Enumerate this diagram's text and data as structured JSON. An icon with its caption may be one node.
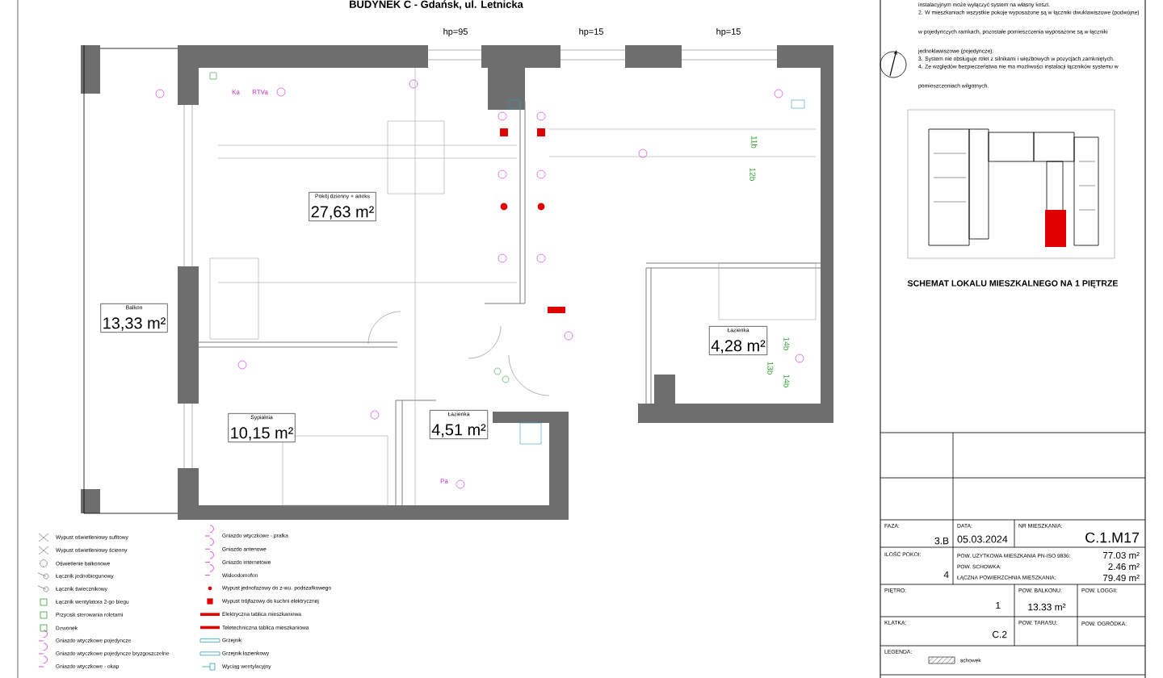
{
  "diagram": {
    "title": "BUDYNEK C - Gdańsk, ul. Letnicka",
    "nodes": [
      {
        "text": [
          "Pokój dzienny + aneks",
          "27,63 m²"
        ]
      },
      {
        "text": [
          "Balkon",
          "13,33 m²"
        ]
      },
      {
        "text": [
          "Sypialnia",
          "10,15 m²"
        ]
      },
      {
        "text": [
          "Łazienka",
          "4,51 m²"
        ]
      },
      {
        "text": [
          "Łazienka",
          "4,28 m²"
        ]
      }
    ],
    "labels": [
      "hp=95",
      "hp=15",
      "hp=15",
      "instalacyjnym może wyłączyć system na własny koszt.",
      "2. W mieszkaniach wszystkie pokoje wyposażone są w łączniki dwuklawiszowe (podwójne) w pojedynczych ramkach, pozostałe pomieszczenia wyposażone są w łączniki jednoklawiszowe (pojedyncze).",
      "3. System nie obsługuje rolet z silnikami i więźbowych w pozycjach zamkniętych.",
      "4. Ze względów bezpieczeństwa nie ma możliwości instalacji łączników systemu w pomieszczeniach wilgotnych.",
      "Ka",
      "RTVa",
      "11b",
      "12b",
      "14b",
      "13b",
      "14b",
      "Pa",
      "SCHEMAT LOKALU MIESZKALNEGO NA 1 PIĘTRZE",
      "FAZA:",
      "3.B",
      "DATA:",
      "05.03.2024",
      "NR MIESZKANIA:",
      "C.1.M17",
      "ILOŚĆ POKOI:",
      "4",
      "POW. UŻYTKOWA MIESZKANIA PN-ISO 9836:",
      "77.03 m²",
      "POW. SCHOWKA:",
      "2.46 m²",
      "ŁĄCZNA POWIERZCHNIA MIESZKANIA:",
      "79.49 m²",
      "PIĘTRO:",
      "1",
      "POW. BALKONU:",
      "13.33 m²",
      "POW. LOGGII:",
      "KLATKA:",
      "C.2",
      "POW. TARASU:",
      "POW. OGRÓDKA:",
      "LEGENDA:"
    ],
    "legend": [
      {
        "text": "Wypust oświetleniowy sufitowy"
      },
      {
        "text": "Wypust oświetleniowy ścienny"
      },
      {
        "text": "Oświetlenie balkonowe"
      },
      {
        "text": "Łącznik jednobiegunowy"
      },
      {
        "text": "Łącznik świecznikowy"
      },
      {
        "text": "Łącznik wentylatora 2-go biegu"
      },
      {
        "text": "Przycisk sterowania roletami"
      },
      {
        "text": "Dzwonek"
      },
      {
        "text": "Gniazdo wtyczkowe pojedyncze"
      },
      {
        "text": "Gniazdo wtyczkowe pojedyncze bryzgoszczelne"
      },
      {
        "text": "Gniazdo wtyczkowe - okap"
      },
      {
        "text": "Gniazdo wtyczkowe - pralka"
      },
      {
        "text": "Gniazdo antenowe"
      },
      {
        "text": "Gniazdo internetowe"
      },
      {
        "text": "Wideodomofon"
      },
      {
        "text": "Wypust jednofazowy do z-wu. podszafkowego"
      },
      {
        "text": "Wypust trójfazowy do kuchni elektrycznej"
      },
      {
        "text": "Elektryczna tablica mieszkaniowa"
      },
      {
        "text": "Teletechniczna tablica mieszkaniowa"
      },
      {
        "text": "Grzejnik"
      },
      {
        "text": "Grzejnik łazienkowy"
      },
      {
        "text": "Wyciąg wentylacyjny"
      },
      {
        "text": "schowek"
      }
    ]
  }
}
